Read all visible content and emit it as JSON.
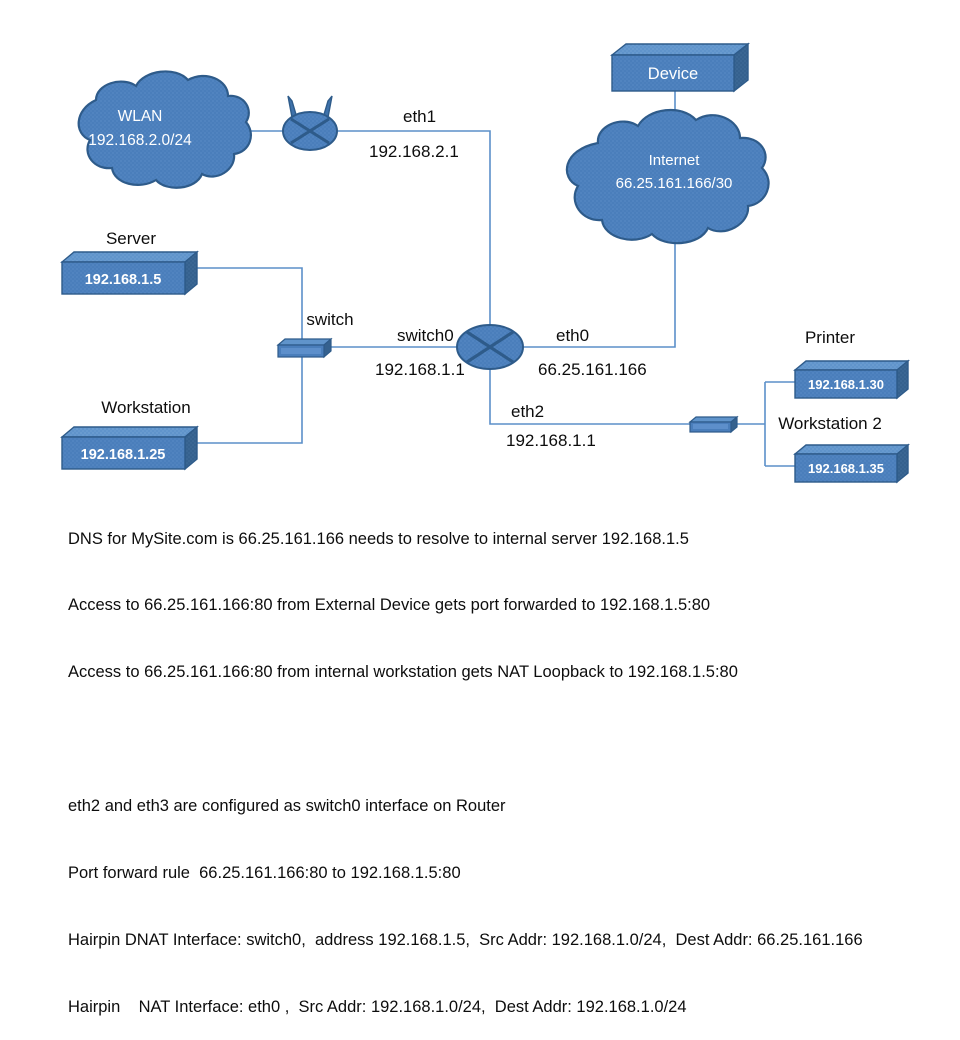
{
  "diagram": {
    "title": "Network diagram with NAT loopback / hairpin configuration",
    "colors": {
      "shape_fill": "#4a7ebb",
      "shape_fill_dark": "#3a6aa5",
      "shape_top": "#5d8fcb",
      "shape_side": "#36628f",
      "shape_stroke": "#2e5b8a",
      "cloud_fill": "#4a7ebb",
      "line": "#5b8fc9",
      "label_text": "#0d0d0d",
      "shape_text": "#ffffff"
    },
    "nodes": {
      "wlan_cloud": {
        "label_line1": "WLAN",
        "label_line2": "192.168.2.0/24",
        "type": "cloud"
      },
      "access_point": {
        "label": "",
        "type": "wireless-access-point"
      },
      "internet_cloud": {
        "label_line1": "Internet",
        "label_line2": "66.25.161.166/30",
        "type": "cloud"
      },
      "device": {
        "label": "Device",
        "type": "box-3d"
      },
      "router": {
        "label": "",
        "type": "router-ellipse"
      },
      "server": {
        "title": "Server",
        "value": "192.168.1.5",
        "type": "box-3d"
      },
      "workstation": {
        "title": "Workstation",
        "value": "192.168.1.25",
        "type": "box-3d"
      },
      "switch_left": {
        "label": "switch",
        "type": "switch-3d"
      },
      "switch_right": {
        "label": "",
        "type": "switch-3d"
      },
      "printer": {
        "title": "Printer",
        "value": "192.168.1.30",
        "type": "box-3d"
      },
      "workstation2": {
        "title": "Workstation 2",
        "value": "192.168.1.35",
        "type": "box-3d"
      }
    },
    "interface_labels": {
      "eth1_name": "eth1",
      "eth1_addr": "192.168.2.1",
      "eth0_name": "eth0",
      "eth0_addr": "66.25.161.166",
      "switch0_name": "switch0",
      "switch0_addr": "192.168.1.1",
      "eth2_name": "eth2",
      "eth2_addr": "192.168.1.1"
    },
    "notes": [
      "DNS for MySite.com is 66.25.161.166 needs to resolve to internal server 192.168.1.5",
      "Access to 66.25.161.166:80 from External Device gets port forwarded to 192.168.1.5:80",
      "Access to 66.25.161.166:80 from internal workstation gets NAT Loopback to 192.168.1.5:80",
      "",
      "eth2 and eth3 are configured as switch0 interface on Router",
      "Port forward rule  66.25.161.166:80 to 192.168.1.5:80",
      "Hairpin DNAT Interface: switch0,  address 192.168.1.5,  Src Addr: 192.168.1.0/24,  Dest Addr: 66.25.161.166",
      "Hairpin    NAT Interface: eth0 ,  Src Addr: 192.168.1.0/24,  Dest Addr: 192.168.1.0/24"
    ]
  }
}
